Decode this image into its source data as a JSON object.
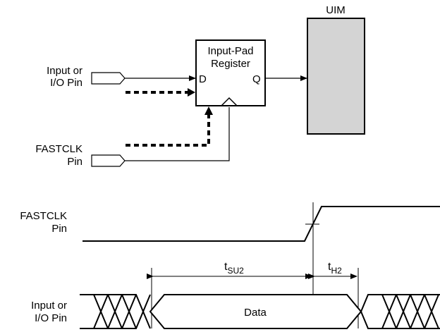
{
  "labels": {
    "uim": "UIM",
    "register_line1": "Input-Pad",
    "register_line2": "Register",
    "port_d": "D",
    "port_q": "Q",
    "input_pin_line1": "Input or",
    "input_pin_line2": "I/O Pin",
    "fastclk_pin_line1": "FASTCLK",
    "fastclk_pin_line2": "Pin",
    "timing_fastclk_line1": "FASTCLK",
    "timing_fastclk_line2": "Pin",
    "timing_input_line1": "Input or",
    "timing_input_line2": "I/O Pin",
    "tsu_main": "t",
    "tsu_sub": "SU2",
    "th_main": "t",
    "th_sub": "H2",
    "data": "Data"
  },
  "colors": {
    "uim_fill": "#d4d4d4",
    "stroke": "#000000"
  }
}
